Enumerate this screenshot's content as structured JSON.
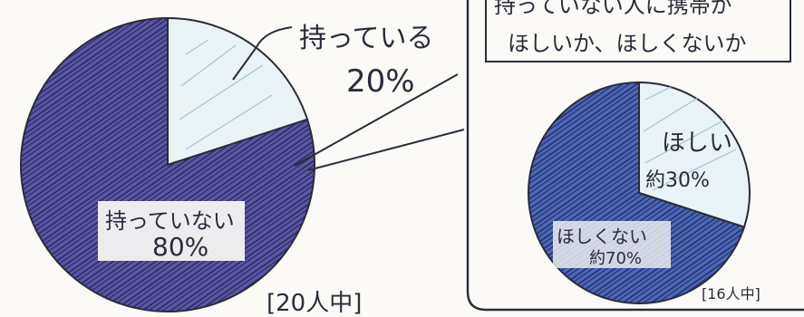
{
  "colors": {
    "pie1_major": "#5b57a6",
    "pie1_minor": "#eaf4f6",
    "pie2_major": "#4d69b8",
    "pie2_minor": "#eaf3f8",
    "ink": "#2b2b3a",
    "paper": "#fbfaf6"
  },
  "chart_data": [
    {
      "type": "pie",
      "title": "",
      "note": "[20人中]",
      "slices": [
        {
          "label": "持っている",
          "value": 20,
          "value_label": "20%"
        },
        {
          "label": "持っていない",
          "value": 80,
          "value_label": "80%"
        }
      ]
    },
    {
      "type": "pie",
      "title_lines": [
        "持っていない人に携帯が",
        "ほしいか、ほしくないか"
      ],
      "note": "[16人中]",
      "slices": [
        {
          "label": "ほしい",
          "value": 30,
          "value_label": "約30%"
        },
        {
          "label": "ほしくない",
          "value": 70,
          "value_label": "約70%"
        }
      ]
    }
  ]
}
